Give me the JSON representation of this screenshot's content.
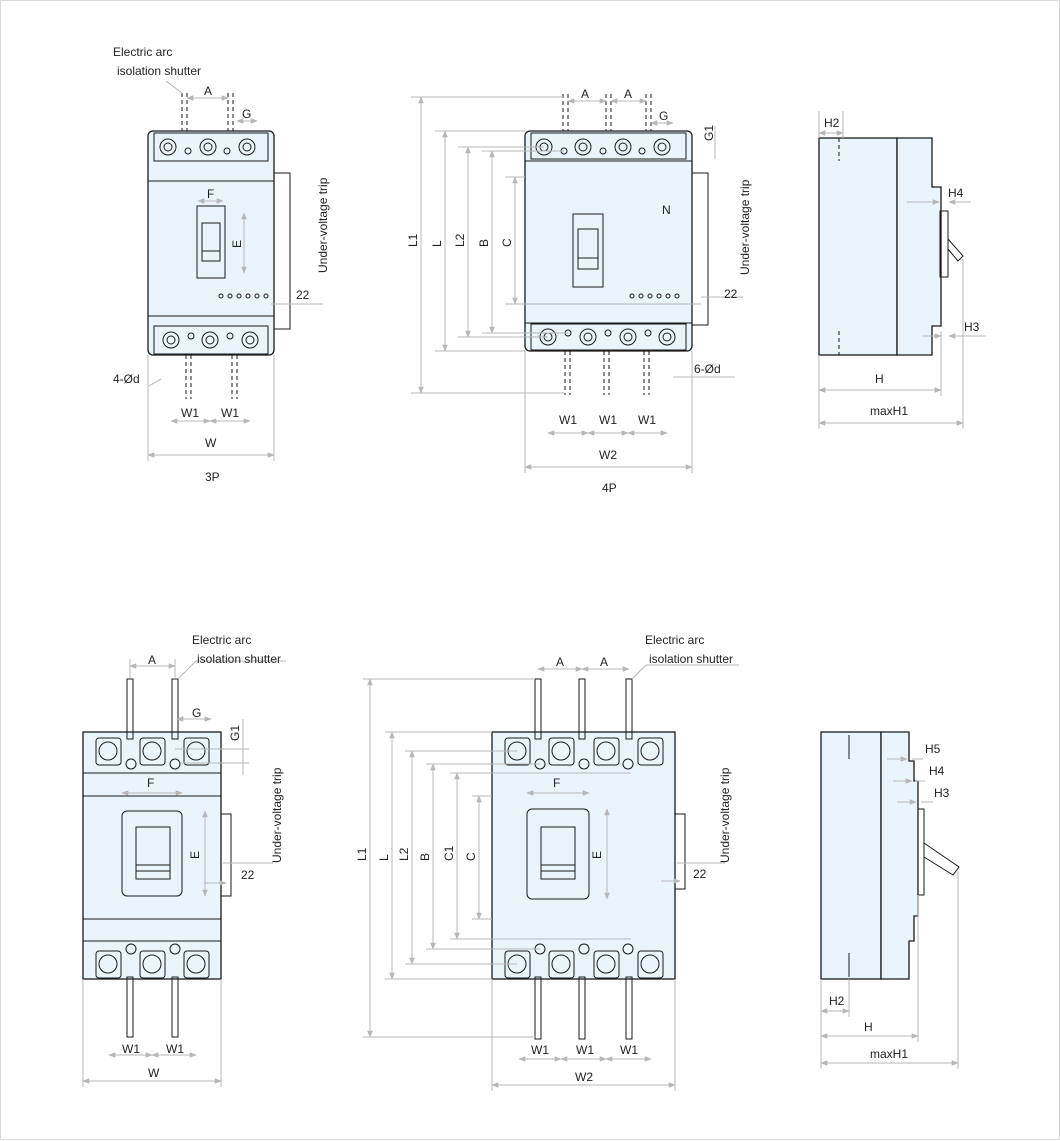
{
  "colors": {
    "body": "#eaf4fb",
    "outline": "#1a1a1a",
    "dimension_line": "#b7b7b7",
    "text": "#222222"
  },
  "top_left_3p": {
    "callout_line1": "Electric arc",
    "callout_line2": "isolation shutter",
    "dim_A": "A",
    "dim_G": "G",
    "dim_F": "F",
    "dim_E": "E",
    "uv_trip": "Under-voltage trip",
    "dim_22": "22",
    "hole_label": "4-Ød",
    "dim_W1a": "W1",
    "dim_W1b": "W1",
    "dim_W": "W",
    "pole_label": "3P"
  },
  "top_mid_4p": {
    "dim_A1": "A",
    "dim_A2": "A",
    "dim_G": "G",
    "dim_G1": "G1",
    "dim_L1": "L1",
    "dim_L": "L",
    "dim_L2": "L2",
    "dim_B": "B",
    "dim_C": "C",
    "neutral": "N",
    "uv_trip": "Under-voltage trip",
    "dim_22": "22",
    "hole_label": "6-Ød",
    "dim_W1a": "W1",
    "dim_W1b": "W1",
    "dim_W1c": "W1",
    "dim_W2": "W2",
    "pole_label": "4P"
  },
  "top_right_side": {
    "dim_H2": "H2",
    "dim_H4": "H4",
    "dim_H3": "H3",
    "dim_H": "H",
    "dim_maxH1": "maxH1"
  },
  "bottom_left_3p": {
    "dim_A": "A",
    "callout_line1": "Electric arc",
    "callout_line2": "isolation shutter",
    "dim_G": "G",
    "dim_G1": "G1",
    "dim_F": "F",
    "dim_E": "E",
    "uv_trip": "Under-voltage trip",
    "dim_22": "22",
    "dim_W1a": "W1",
    "dim_W1b": "W1",
    "dim_W": "W"
  },
  "bottom_mid_4p": {
    "dim_A1": "A",
    "dim_A2": "A",
    "callout_line1": "Electric arc",
    "callout_line2": "isolation shutter",
    "dim_L1": "L1",
    "dim_L": "L",
    "dim_L2": "L2",
    "dim_B": "B",
    "dim_C1": "C1",
    "dim_C": "C",
    "dim_F": "F",
    "dim_E": "E",
    "uv_trip": "Under-voltage trip",
    "dim_22": "22",
    "dim_W1a": "W1",
    "dim_W1b": "W1",
    "dim_W1c": "W1",
    "dim_W2": "W2"
  },
  "bottom_right_side": {
    "dim_H5": "H5",
    "dim_H4": "H4",
    "dim_H3": "H3",
    "dim_H2": "H2",
    "dim_H": "H",
    "dim_maxH1": "maxH1"
  }
}
